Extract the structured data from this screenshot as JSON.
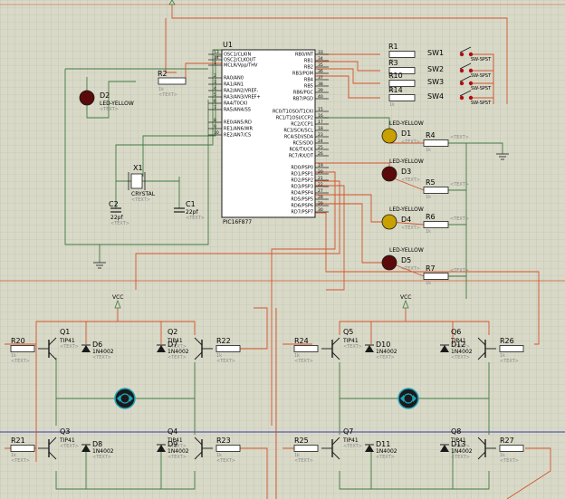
{
  "colors": {
    "background": "#d9d9c8",
    "grid": "#bcbcae",
    "wire_green": "#3f7a3f",
    "wire_red": "#d2542a",
    "wire_blue": "#3a3aa8",
    "component": "#1a1a1a",
    "led_dark": "#5a0a0a",
    "led_yellow": "#c8a000",
    "motor": "#1fa3b8"
  },
  "mcu": {
    "ref": "U1",
    "part": "PIC16F877",
    "left_pins": [
      "OSC1/CLKIN",
      "OSC2/CLKOUT",
      "MCLR/Vpp/THV",
      "RA0/AN0",
      "RA1/AN1",
      "RA2/AN2/VREF-",
      "RA3/AN3/VREF+",
      "RA4/T0CKI",
      "RA5/AN4/SS",
      "RE0/AN5/RD",
      "RE1/AN6/WR",
      "RE2/AN7/CS"
    ],
    "left_pin_nums": [
      "13",
      "14",
      "1",
      "2",
      "3",
      "4",
      "5",
      "6",
      "7",
      "8",
      "9",
      "10"
    ],
    "right_pins": [
      "RB0/INT",
      "RB1",
      "RB2",
      "RB3/PGM",
      "RB4",
      "RB5",
      "RB6/PGC",
      "RB7/PGD",
      "RC0/T1OSO/T1CKI",
      "RC1/T1OSI/CCP2",
      "RC2/CCP1",
      "RC3/SCK/SCL",
      "RC4/SDI/SDA",
      "RC5/SDO",
      "RC6/TX/CK",
      "RC7/RX/DT",
      "RD0/PSP0",
      "RD1/PSP1",
      "RD2/PSP2",
      "RD3/PSP3",
      "RD4/PSP4",
      "RD5/PSP5",
      "RD6/PSP6",
      "RD7/PSP7"
    ],
    "right_pin_nums": [
      "33",
      "34",
      "35",
      "36",
      "37",
      "38",
      "39",
      "40",
      "15",
      "16",
      "17",
      "18",
      "23",
      "24",
      "25",
      "26",
      "19",
      "20",
      "21",
      "22",
      "27",
      "28",
      "29",
      "30"
    ]
  },
  "labels": {
    "text": "<TEXT>",
    "vcc": "VCC",
    "crystal": "CRYSTAL",
    "x1": "X1",
    "c1": "C1",
    "c1_val": "22pf",
    "c2": "C2",
    "c2_val": "22pf",
    "r2": "R2",
    "r2_val": "1k",
    "d2": "D2",
    "d2_type": "LED-YELLOW",
    "led_yellow": "LED-YELLOW",
    "sw_type": "SW-SPST"
  },
  "switches": [
    {
      "sw": "SW1",
      "r": "R1",
      "r_val": "1k"
    },
    {
      "sw": "SW2",
      "r": "R3",
      "r_val": "1k"
    },
    {
      "sw": "SW3",
      "r": "R10",
      "r_val": "1k"
    },
    {
      "sw": "SW4",
      "r": "R14",
      "r_val": "1k"
    }
  ],
  "leds": [
    {
      "d": "D1",
      "r": "R4",
      "r_val": "1k"
    },
    {
      "d": "D3",
      "r": "R5",
      "r_val": "1k"
    },
    {
      "d": "D4",
      "r": "R6",
      "r_val": "1k"
    },
    {
      "d": "D5",
      "r": "R7",
      "r_val": "1k"
    }
  ],
  "bridges": [
    {
      "q_tl": "Q1",
      "q_tr": "Q2",
      "q_bl": "Q3",
      "q_br": "Q4",
      "r_tl": "R20",
      "r_tr": "R22",
      "r_bl": "R21",
      "r_br": "R23",
      "d_tl": "D6",
      "d_tr": "D7",
      "d_bl": "D8",
      "d_br": "D9",
      "q_type": "TIP41",
      "d_type": "1N4002",
      "r_val": "1k"
    },
    {
      "q_tl": "Q5",
      "q_tr": "Q6",
      "q_bl": "Q7",
      "q_br": "Q8",
      "r_tl": "R24",
      "r_tr": "R26",
      "r_bl": "R25",
      "r_br": "R27",
      "d_tl": "D10",
      "d_tr": "D12",
      "d_bl": "D11",
      "d_br": "D13",
      "q_type": "TIP41",
      "d_type": "1N4002",
      "r_val": "1k"
    }
  ]
}
